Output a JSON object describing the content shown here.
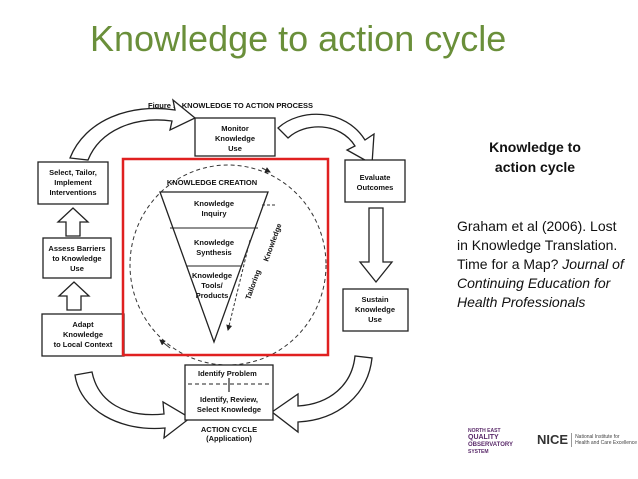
{
  "slide": {
    "title": "Knowledge to action cycle",
    "side_title_line1": "Knowledge to",
    "side_title_line2": "action cycle",
    "citation_plain": "Graham et al (2006). Lost in Knowledge Translation. Time for a Map?",
    "citation_italic": "Journal of Continuing Education for Health Professionals"
  },
  "diagram": {
    "figure_caption": "Figure 1:  KNOWLEDGE TO ACTION PROCESS",
    "monitor": [
      "Monitor",
      "Knowledge",
      "Use"
    ],
    "evaluate": [
      "Evaluate",
      "Outcomes"
    ],
    "sustain": [
      "Sustain",
      "Knowledge",
      "Use"
    ],
    "select": [
      "Select, Tailor,",
      "Implement",
      "Interventions"
    ],
    "assess": [
      "Assess Barriers",
      "to Knowledge",
      "Use"
    ],
    "adapt": [
      "Adapt",
      "Knowledge",
      "to Local Context"
    ],
    "knowledge_creation": "KNOWLEDGE CREATION",
    "inquiry": [
      "Knowledge",
      "Inquiry"
    ],
    "synthesis": [
      "Knowledge",
      "Synthesis"
    ],
    "tools": [
      "Knowledge",
      "Tools/",
      "Products"
    ],
    "tailoring": "Tailoring",
    "knowledge_side": "Knowledge",
    "identify_problem": "Identify  Problem",
    "identify_review": [
      "Identify, Review,",
      "Select Knowledge"
    ],
    "action_cycle": [
      "ACTION CYCLE",
      "(Application)"
    ],
    "highlight_color": "#e02020"
  },
  "logos": {
    "ne_line1": "NORTH EAST",
    "ne_line2": "QUALITY",
    "ne_line3": "OBSERVATORY",
    "ne_line4": "SYSTEM",
    "nice": "NICE",
    "nice_sub1": "National Institute for",
    "nice_sub2": "Health and Care Excellence"
  }
}
